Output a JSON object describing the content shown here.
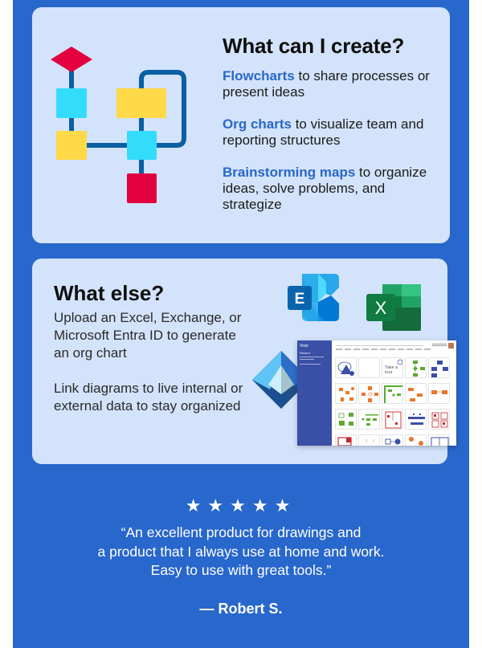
{
  "colors": {
    "page_bg": "#fefdf9",
    "panel_blue": "#2867cc",
    "card_bg": "#d3e3fb",
    "highlight_blue": "#2a67c8",
    "flow_red": "#e2003f",
    "flow_cyan": "#34dcfc",
    "flow_yellow": "#ffd947",
    "flow_line": "#0b5fa3"
  },
  "create_card": {
    "title": "What can I create?",
    "illustration": "flowchart-illustration",
    "items": [
      {
        "highlight": "Flowcharts",
        "text": " to share processes or present ideas"
      },
      {
        "highlight": "Org charts",
        "text": " to visualize team and reporting structures"
      },
      {
        "highlight": "Brainstorming maps",
        "text": " to organize ideas, solve problems, and strategize"
      }
    ]
  },
  "else_card": {
    "title": "What else?",
    "paragraphs": [
      "Upload an Excel, Exchange, or Microsoft Entra ID to generate an org chart",
      "Link diagrams to live internal or external data to stay organized"
    ],
    "icons": [
      "exchange-icon",
      "excel-icon",
      "entra-id-icon"
    ],
    "exchange_letter": "E",
    "excel_letter": "X",
    "visio_screenshot": {
      "app_name": "Visio",
      "section": "Recent",
      "tour_label": "Take a tour"
    }
  },
  "testimonial": {
    "rating": 5,
    "stars": "★★★★★",
    "quote_lines": [
      "“An excellent product for drawings and",
      "a product that I always use at home and work.",
      "Easy to use with great tools.”"
    ],
    "author": "— Robert S."
  }
}
